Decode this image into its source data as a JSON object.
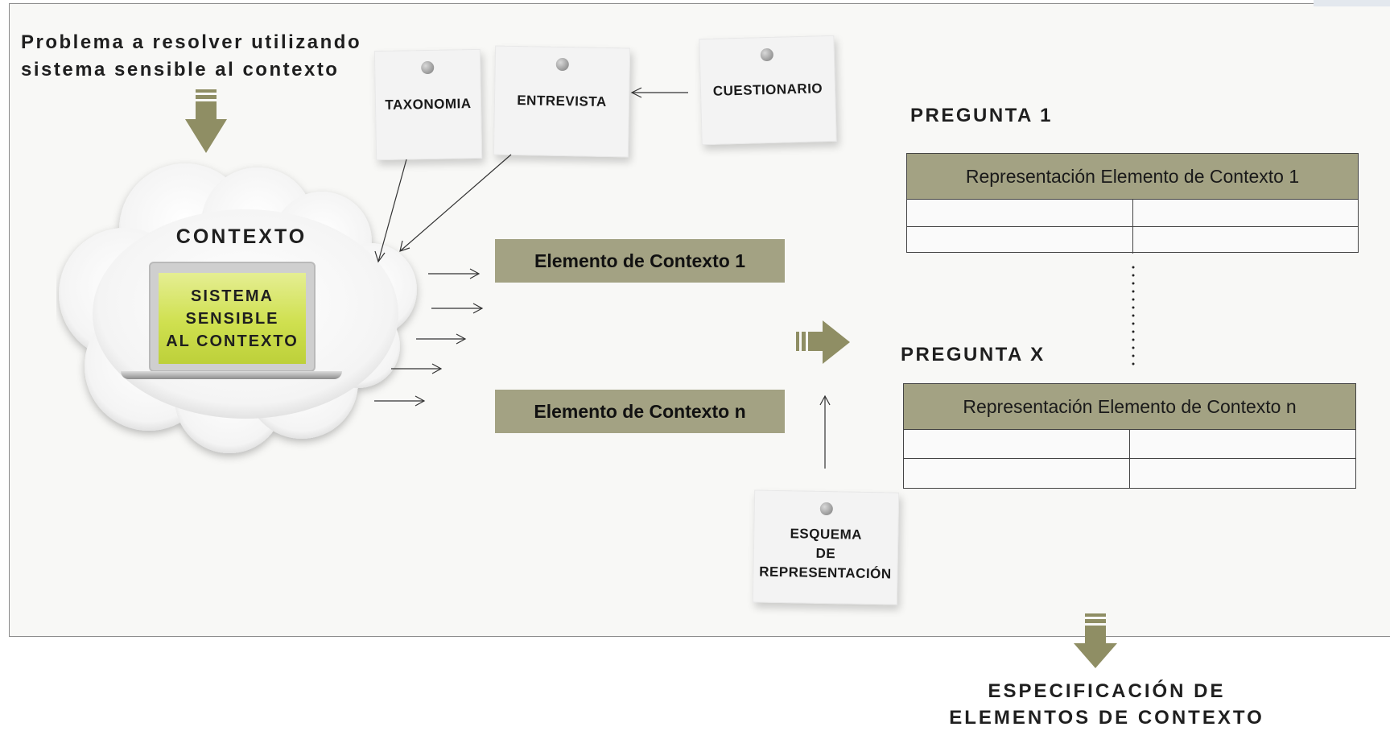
{
  "problem": {
    "line1": "Problema a resolver utilizando",
    "line2": "sistema sensible al contexto"
  },
  "context": {
    "title": "CONTEXTO",
    "system_lines": [
      "SISTEMA",
      "SENSIBLE",
      "AL CONTEXTO"
    ]
  },
  "notes": {
    "taxonomia": "TAXONOMIA",
    "entrevista": "ENTREVISTA",
    "cuestionario": "CUESTIONARIO",
    "esquema": [
      "ESQUEMA",
      "DE",
      "REPRESENTACIÓN"
    ]
  },
  "elements": {
    "first": "Elemento de Contexto 1",
    "last": "Elemento de Contexto n"
  },
  "questions": {
    "first": {
      "label": "PREGUNTA 1",
      "table_header": "Representación Elemento de Contexto 1"
    },
    "last": {
      "label": "PREGUNTA X",
      "table_header": "Representación Elemento de Contexto n"
    }
  },
  "output": {
    "line1": "ESPECIFICACIÓN DE",
    "line2": "ELEMENTOS DE CONTEXTO"
  },
  "colors": {
    "olive": "#a3a283",
    "arrow_olive": "#8f8e64",
    "screen_green": "#cfe04f"
  }
}
